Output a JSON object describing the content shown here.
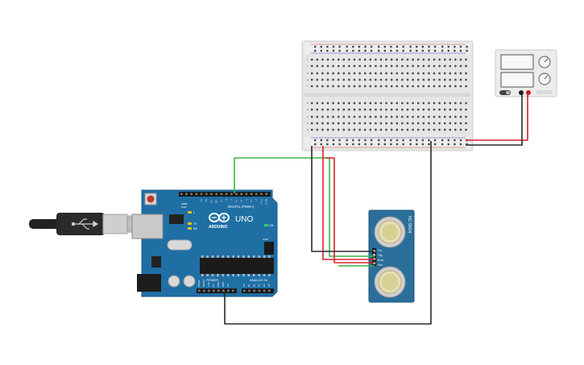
{
  "arduino": {
    "logo_text": "ARDUINO",
    "model": "UNO",
    "digital_label": "DIGITAL (PWM~)",
    "power_label": "POWER",
    "analog_label": "ANALOG IN",
    "aref": "AREF",
    "gnd": "GND",
    "tx": "TX",
    "rx": "RX",
    "l": "L",
    "on": "ON",
    "icsp": "ICSP",
    "digital_pins": [
      "13",
      "12",
      "~11",
      "~10",
      "~9",
      "8",
      "7",
      "~6",
      "~5",
      "4",
      "~3",
      "2",
      "TX 1",
      "RX 0"
    ],
    "power_pins": [
      "IOREF",
      "RESET",
      "3.3V",
      "5V",
      "GND",
      "GND",
      "Vin"
    ],
    "analog_pins": [
      "A0",
      "A1",
      "A2",
      "A3",
      "A4",
      "A5"
    ]
  },
  "sensor": {
    "model": "HC-SR04",
    "pins": [
      "Vcc",
      "Trig",
      "Echo",
      "Gnd"
    ]
  },
  "breadboard": {
    "row_letters_top": [
      "j",
      "i",
      "h",
      "g",
      "f"
    ],
    "row_letters_bottom": [
      "e",
      "d",
      "c",
      "b",
      "a"
    ]
  },
  "power_supply": {
    "terminals": [
      "-",
      "+"
    ]
  },
  "colors": {
    "board_blue": "#1f6fa5",
    "wire_red": "#d8212a",
    "wire_black": "#2a2a2a",
    "wire_green": "#3db34a",
    "breadboard": "#e9e9e9",
    "sensor_blue": "#2a6f9a"
  }
}
